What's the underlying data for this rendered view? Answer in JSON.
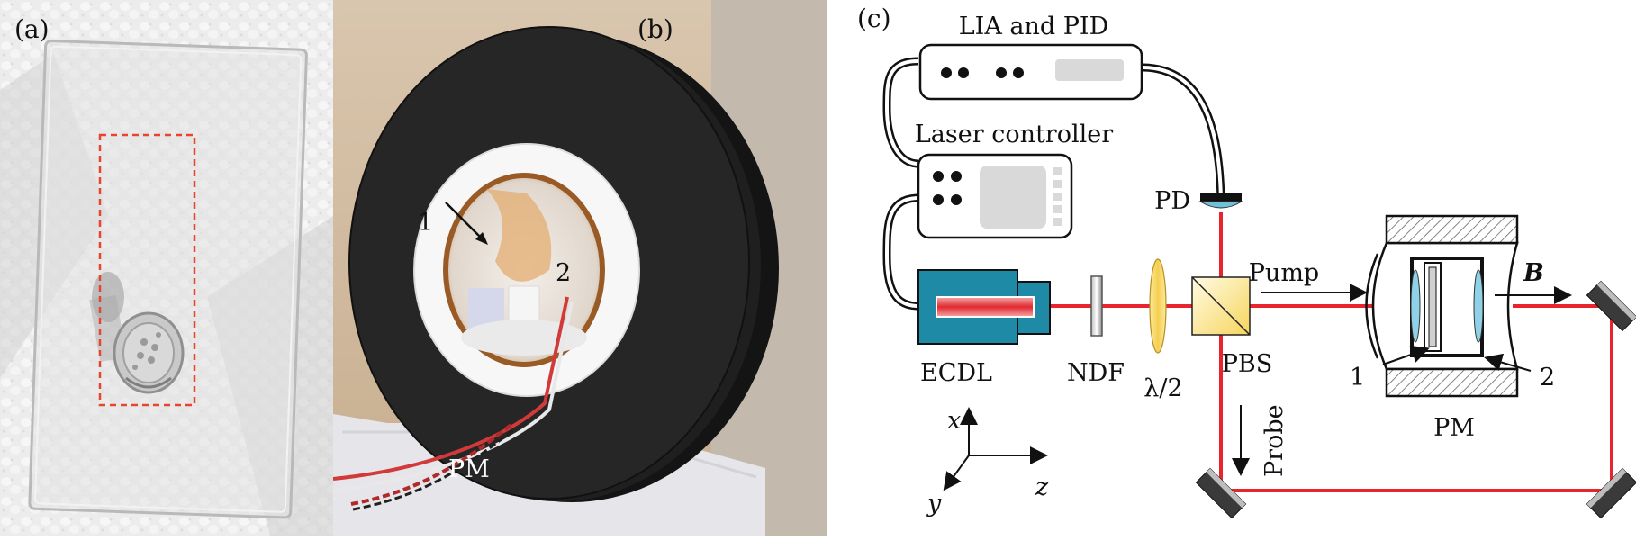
{
  "figure": {
    "panels": [
      {
        "id": "a",
        "label": "(a)",
        "description": "Photo of glass slide with sample cell, region marked by red dashed rectangle"
      },
      {
        "id": "b",
        "label": "(b)",
        "description": "Photo of permanent magnet assembly with inner annulus",
        "annotations": {
          "arrow_label_1": "1",
          "label_2": "2",
          "magnet_label": "PM"
        }
      },
      {
        "id": "c",
        "label": "(c)",
        "description": "Optical setup schematic",
        "components": {
          "lia_pid": "LIA and PID",
          "laser_controller": "Laser controller",
          "pd": "PD",
          "ecdl": "ECDL",
          "ndf": "NDF",
          "half_wave": "λ/2",
          "pbs": "PBS",
          "pump": "Pump",
          "probe": "Probe",
          "pm": "PM",
          "b_field": "B",
          "marker_1": "1",
          "marker_2": "2"
        },
        "axes": {
          "x": "x",
          "y": "y",
          "z": "z"
        }
      }
    ],
    "colors": {
      "laser_beam": "#e8252c",
      "ecdl_body": "#1f8aa6",
      "lens_fill": "#f7d35a",
      "pbs_fill": "#f9e07a",
      "pd_fill": "#6fc0d8",
      "dashed_box": "#e8452f",
      "magnet_black": "#1c1c1c",
      "controller_screen": "#d9d9d9"
    }
  }
}
